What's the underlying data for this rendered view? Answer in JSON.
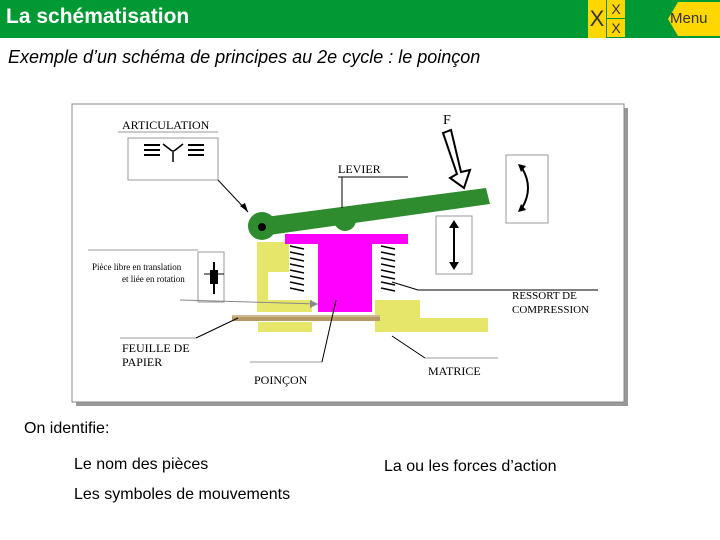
{
  "header": {
    "title": "La schématisation",
    "close_big": "X",
    "close_small_top": "X",
    "close_small_bottom": "X",
    "menu_label": "Menu"
  },
  "subtitle": "Exemple d’un schéma de principes au 2e cycle : le poinçon",
  "diagram": {
    "labels": {
      "articulation": "ARTICULATION",
      "force": "F",
      "levier": "LEVIER",
      "piece_line1": "Pièce libre en translation",
      "piece_line2": "et liée en rotation",
      "ressort_line1": "RESSORT DE",
      "ressort_line2": "COMPRESSION",
      "feuille_line1": "FEUILLE DE",
      "feuille_line2": "PAPIER",
      "poincon": "POINÇON",
      "matrice": "MATRICE"
    }
  },
  "content": {
    "heading": "On identifie:",
    "item1": "Le nom des pièces",
    "item2": "La ou les forces d’action",
    "item3": "Les symboles de mouvements"
  },
  "colors": {
    "header_green": "#009933",
    "button_yellow": "#ffd700",
    "lever_green": "#2e8b2e",
    "punch_magenta": "#ff00ff",
    "frame_yellow": "#e6e66a"
  }
}
